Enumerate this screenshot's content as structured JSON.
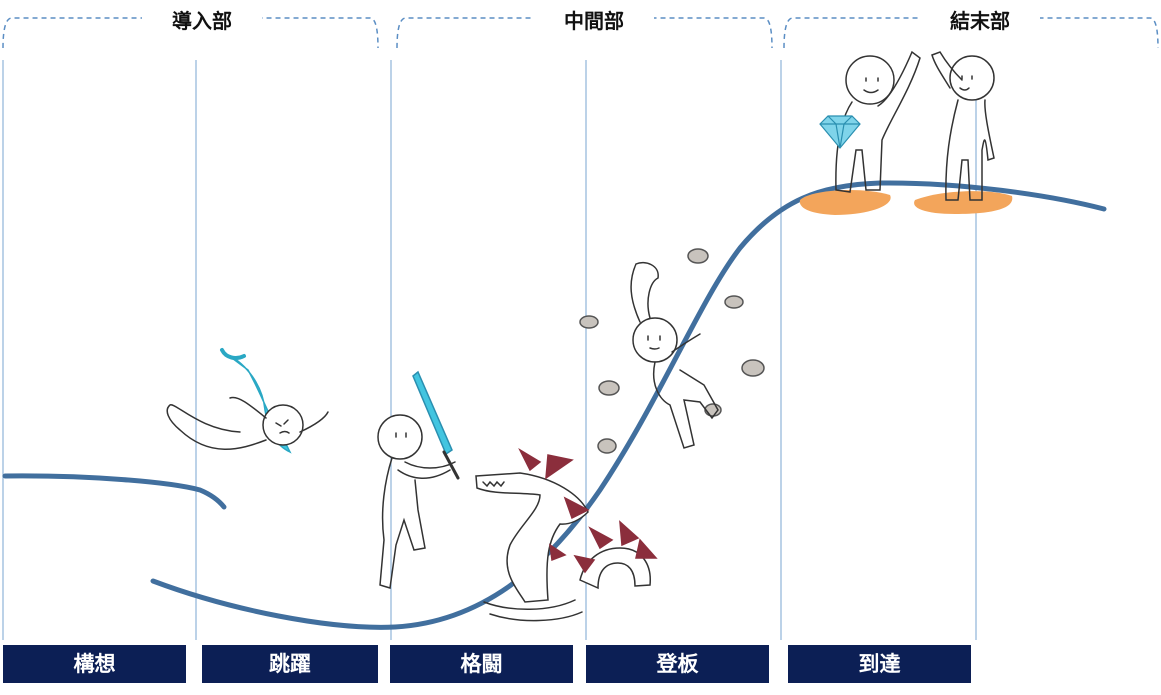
{
  "sections": [
    {
      "title": "導入部"
    },
    {
      "title": "中間部"
    },
    {
      "title": "結末部"
    }
  ],
  "stages": [
    {
      "label": "構想"
    },
    {
      "label": "跳躍"
    },
    {
      "label": "格闘"
    },
    {
      "label": "登板"
    },
    {
      "label": "到達"
    }
  ],
  "colors": {
    "curve": "#416f9e",
    "bracket": "#5b8ec4",
    "divider": "#8fb4d8",
    "label_bg": "#0c1f55",
    "accent_cyan": "#42c5e0",
    "accent_maroon": "#8b2e3c",
    "accent_orange": "#f3a55b",
    "rock_gray": "#c8c3bd"
  },
  "illustrations": [
    {
      "name": "leaping-figure-icon"
    },
    {
      "name": "sword-figure-icon"
    },
    {
      "name": "sea-monster-icon"
    },
    {
      "name": "climbing-figure-icon"
    },
    {
      "name": "high-five-figures-icon"
    },
    {
      "name": "diamond-icon"
    }
  ]
}
